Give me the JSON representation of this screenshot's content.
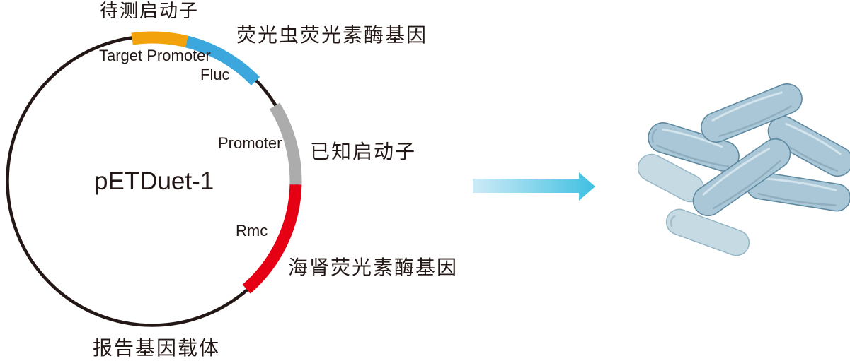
{
  "plasmid": {
    "name": "pETDuet-1",
    "vector_label": "报告基因载体",
    "backbone_color": "#231815",
    "segments": [
      {
        "name": "Target Promoter",
        "annotation": "待测启动子",
        "color": "#F2A20A"
      },
      {
        "name": "Fluc",
        "annotation": "荧光虫荧光素酶基因",
        "color": "#3BA7DC"
      },
      {
        "name": "Promoter",
        "annotation": "已知启动子",
        "color": "#ACACAC"
      },
      {
        "name": "Rmc",
        "annotation": "海肾荧光素酶基因",
        "color": "#E60013"
      }
    ]
  },
  "arrow": {
    "gradient_start": "#CEEBF7",
    "gradient_end": "#3FC0E1"
  },
  "bacteria": {
    "count": 7,
    "body_color": "#A9C7D7",
    "light_body_color": "#C6DAE4",
    "outline_color": "#5E89A0"
  }
}
